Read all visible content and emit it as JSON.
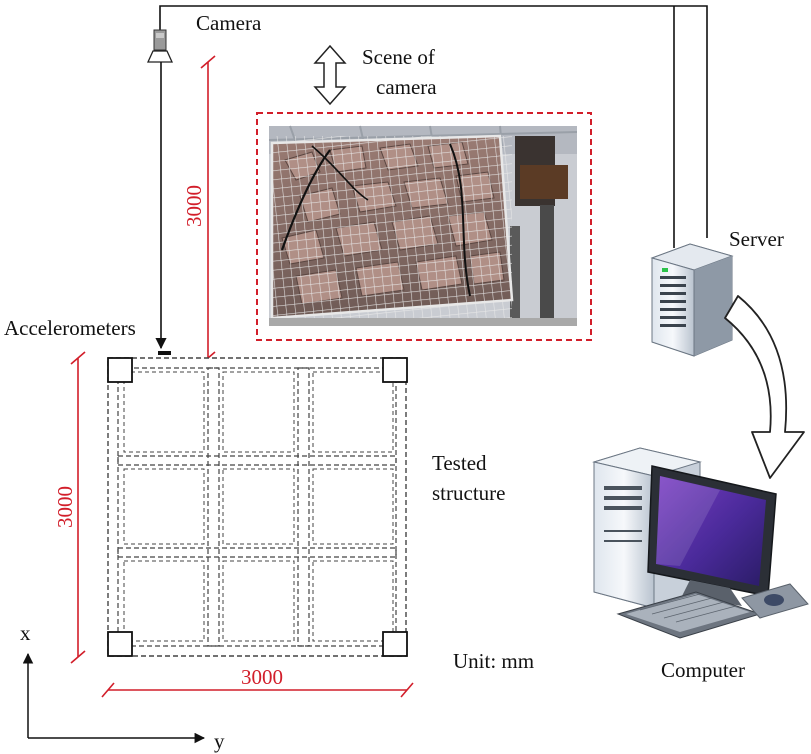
{
  "labels": {
    "camera": "Camera",
    "scene_line1": "Scene of",
    "scene_line2": "camera",
    "server": "Server",
    "accelerometers": "Accelerometers",
    "tested_line1": "Tested",
    "tested_line2": "structure",
    "unit": "Unit: mm",
    "computer": "Computer",
    "axis_x": "x",
    "axis_y": "y"
  },
  "dimensions": {
    "camera_height": "3000",
    "structure_x": "3000",
    "structure_y": "3000"
  },
  "colors": {
    "dimension": "#d21e2a",
    "line": "#111111",
    "dashed_line": "#444444"
  },
  "icons": {
    "camera": "camera-icon",
    "server": "server-tower-icon",
    "computer": "desktop-computer-icon",
    "flow": "curved-arrow-icon",
    "view": "double-headed-arrow-icon",
    "photo": "gabion-photo-image"
  }
}
